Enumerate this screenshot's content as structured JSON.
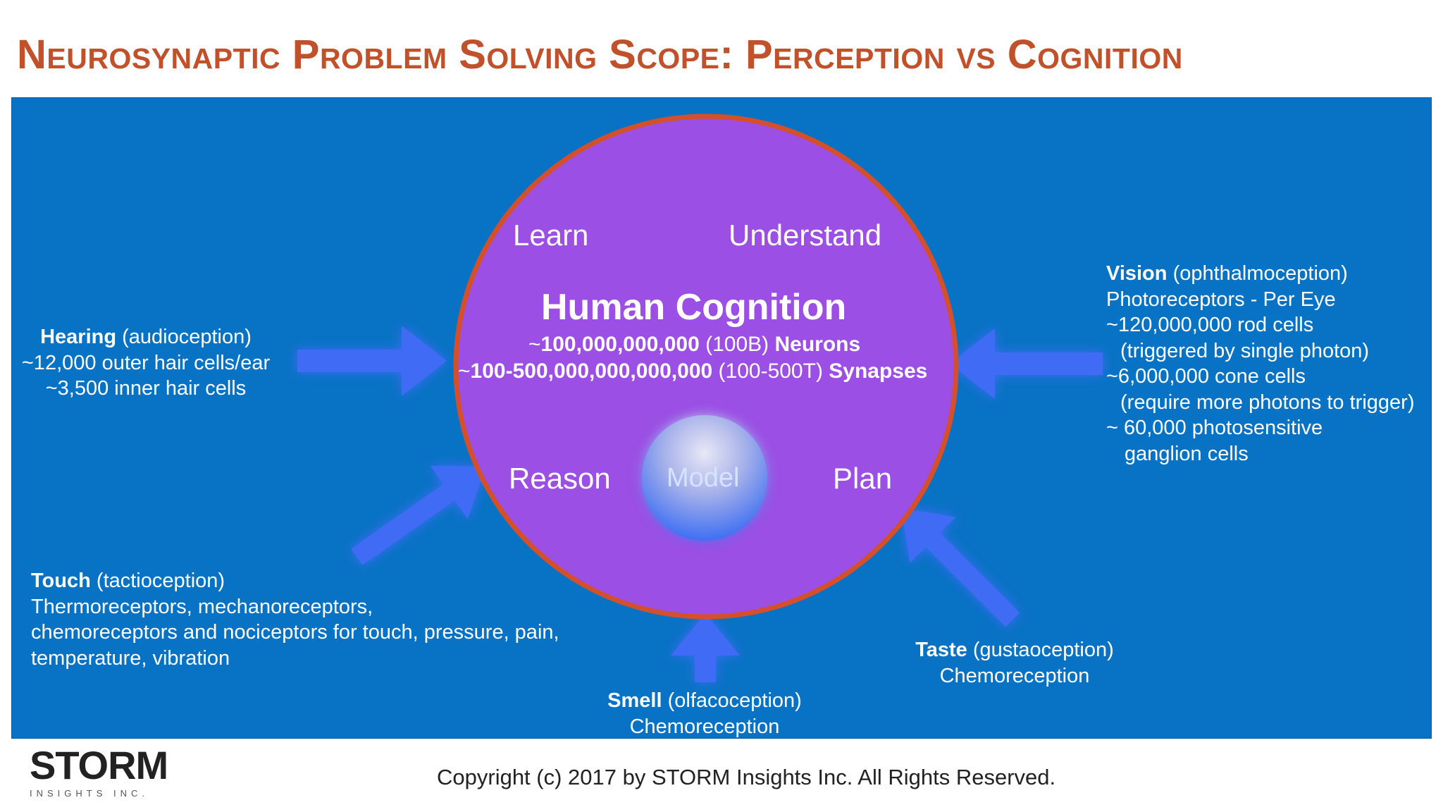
{
  "title": "Neurosynaptic Problem Solving Scope: Perception vs Cognition",
  "colors": {
    "title": "#c0512b",
    "panel": "#0872c4",
    "circle_fill": "#9b4fe4",
    "circle_border": "#d4502a",
    "arrow": "#3f6cf5",
    "text": "#ffffff"
  },
  "cognition": {
    "words": {
      "learn": "Learn",
      "understand": "Understand",
      "reason": "Reason",
      "plan": "Plan"
    },
    "title": "Human Cognition",
    "neurons": {
      "prefix": "~",
      "value": "100,000,000,000",
      "abbrev": "(100B)",
      "label": "Neurons"
    },
    "synapses": {
      "prefix": "~",
      "value": "100-500,000,000,000,000",
      "abbrev": "(100-500T)",
      "label": "Synapses"
    },
    "model": "Model"
  },
  "senses": {
    "hearing": {
      "name": "Hearing",
      "term": "(audioception)",
      "lines": [
        "~12,000 outer hair cells/ear",
        "~3,500 inner hair cells"
      ]
    },
    "vision": {
      "name": "Vision",
      "term": "(ophthalmoception)",
      "lines": [
        "Photoreceptors - Per Eye",
        "~120,000,000 rod cells",
        "(triggered by single photon)",
        "~6,000,000 cone cells",
        "(require more photons to trigger)",
        "~ 60,000 photosensitive",
        "ganglion cells"
      ]
    },
    "touch": {
      "name": "Touch",
      "term": "(tactioception)",
      "lines": [
        "Thermoreceptors, mechanoreceptors,",
        "chemoreceptors and nociceptors for touch, pressure, pain,",
        "temperature, vibration"
      ]
    },
    "smell": {
      "name": "Smell",
      "term": "(olfacoception)",
      "lines": [
        "Chemoreception"
      ]
    },
    "taste": {
      "name": "Taste",
      "term": "(gustaoception)",
      "lines": [
        "Chemoreception"
      ]
    }
  },
  "logo": {
    "name": "STORM",
    "tagline": "INSIGHTS INC."
  },
  "footer": "Copyright (c) 2017 by STORM Insights Inc. All Rights Reserved."
}
